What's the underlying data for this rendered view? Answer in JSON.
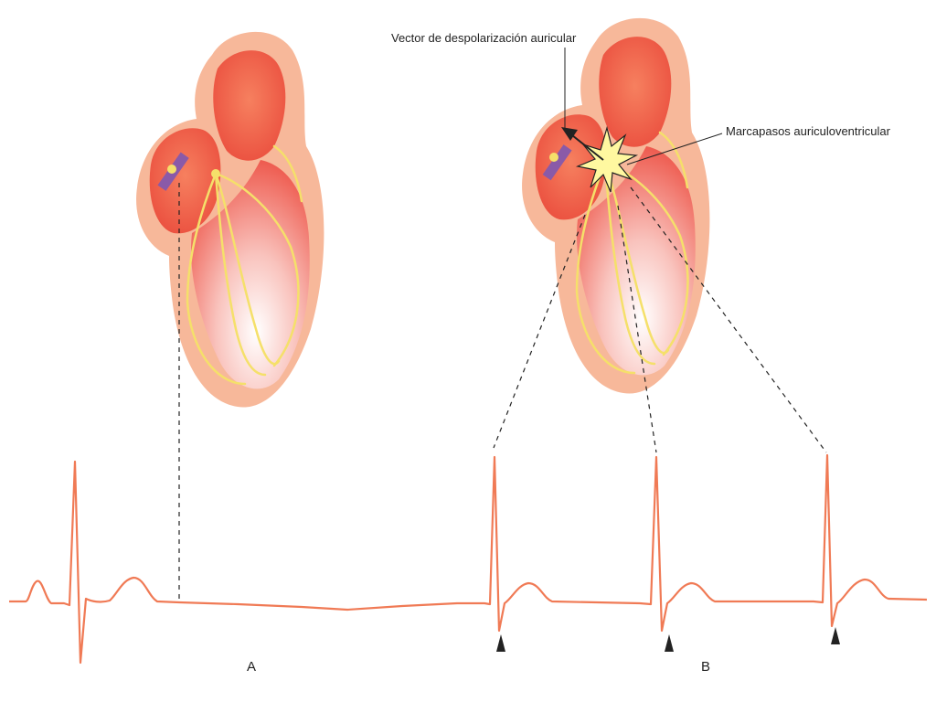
{
  "labels": {
    "atrial_vector": "Vector de despolarización auricular",
    "av_pacemaker": "Marcapasos auriculoventricular",
    "panel_a": "A",
    "panel_b": "B"
  },
  "colors": {
    "ecg_trace": "#f07a55",
    "heart_outer": "#f7b89a",
    "heart_chamber": "#f05a3c",
    "conduction": "#f5e06a",
    "vector_bar": "#8a5aa8",
    "spark": "#fff8a0",
    "leader_line": "#222222"
  }
}
